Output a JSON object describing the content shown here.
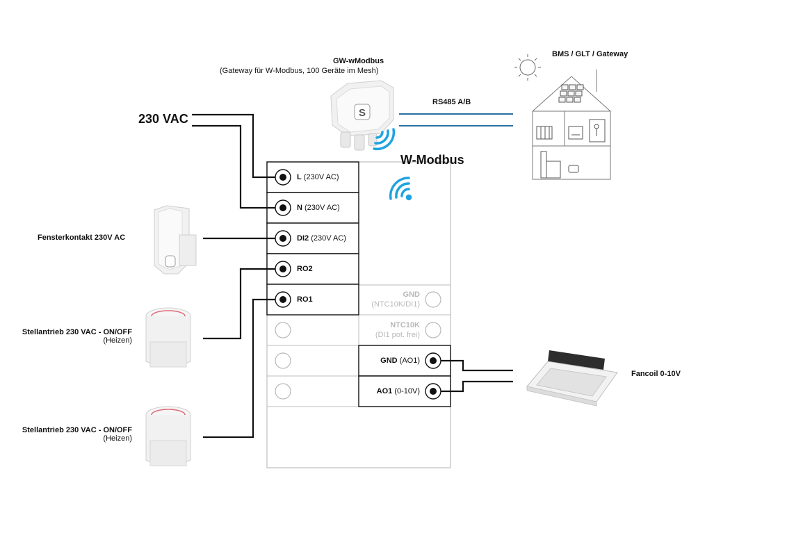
{
  "gateway": {
    "title": "GW-wModbus",
    "subtitle": "(Gateway für W-Modbus, 100 Geräte im Mesh)",
    "logo_text": "S"
  },
  "bms": {
    "title": "BMS / GLT / Gateway"
  },
  "bus": {
    "label": "RS485 A/B"
  },
  "wmodbus": {
    "label": "W-Modbus"
  },
  "power": {
    "label": "230 VAC"
  },
  "devices": {
    "window_contact": "Fensterkontakt 230V AC",
    "actuator1_title": "Stellantrieb 230 VAC - ON/OFF",
    "actuator1_sub": "(Heizen)",
    "actuator2_title": "Stellantrieb 230 VAC - ON/OFF",
    "actuator2_sub": "(Heizen)",
    "fancoil": "Fancoil 0-10V"
  },
  "terminals": {
    "L": {
      "name": "L",
      "detail": "(230V AC)"
    },
    "N": {
      "name": "N",
      "detail": "(230V AC)"
    },
    "DI2": {
      "name": "DI2",
      "detail": "(230V AC)"
    },
    "RO2": {
      "name": "RO2"
    },
    "RO1": {
      "name": "RO1"
    },
    "GND1": {
      "name": "GND",
      "detail": "(NTC10K/DI1)"
    },
    "NTC": {
      "name": "NTC10K",
      "detail": "(DI1 pot. frei)"
    },
    "GND2": {
      "name": "GND",
      "detail": "(AO1)"
    },
    "AO1": {
      "name": "AO1",
      "detail": "(0-10V)"
    }
  },
  "colors": {
    "wire": "#111111",
    "bus": "#2a6fa3",
    "wireless": "#1fa3e0",
    "frame": "#bdbdbd",
    "inactive": "#b9b9b9"
  }
}
